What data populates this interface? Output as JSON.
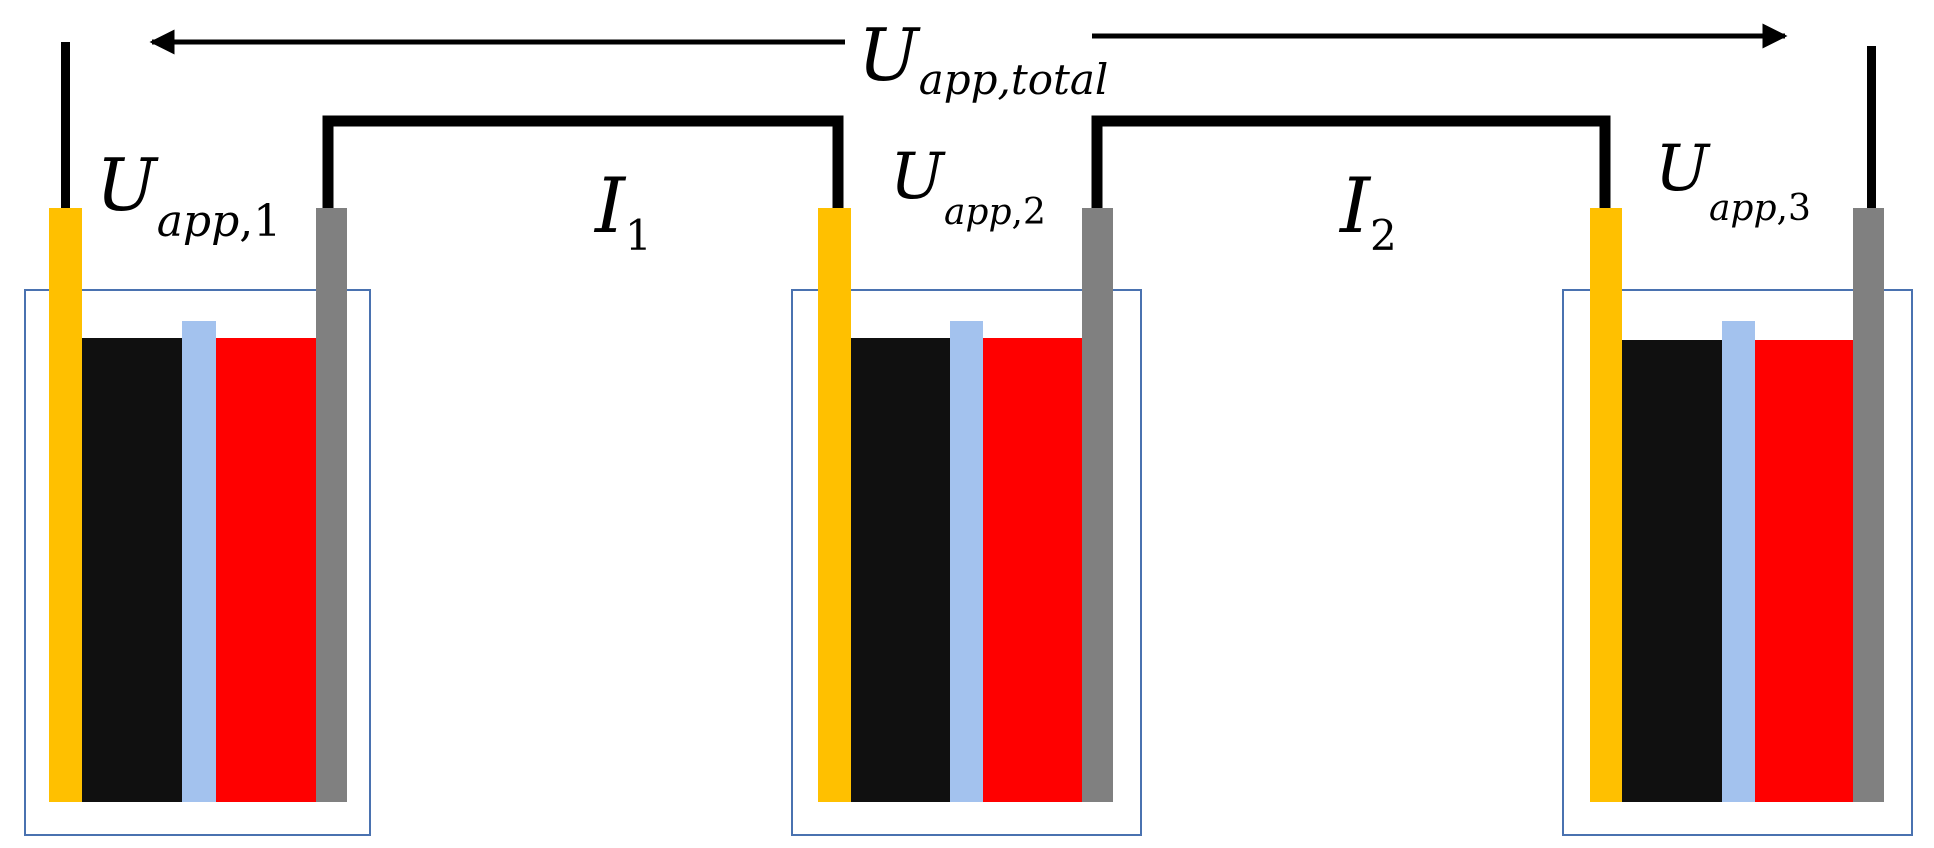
{
  "labels": {
    "total_main": "U",
    "total_sub": "app,total",
    "cell1_main": "U",
    "cell1_sub_italic": "app",
    "cell1_sub_num": ",1",
    "cell2_main": "U",
    "cell2_sub_italic": "app",
    "cell2_sub_num": ",2",
    "cell3_main": "U",
    "cell3_sub_italic": "app",
    "cell3_sub_num": ",3",
    "current1_main": "I",
    "current1_sub": "1",
    "current2_main": "I",
    "current2_sub": "2"
  },
  "colors": {
    "anode_electrode": "#FFC000",
    "cathode_electrode": "#808080",
    "anode_layer": "#101010",
    "membrane": "#A3C2EE",
    "cathode_layer": "#FF0000",
    "cell_outline": "#4A72B0",
    "wire": "#000000"
  }
}
